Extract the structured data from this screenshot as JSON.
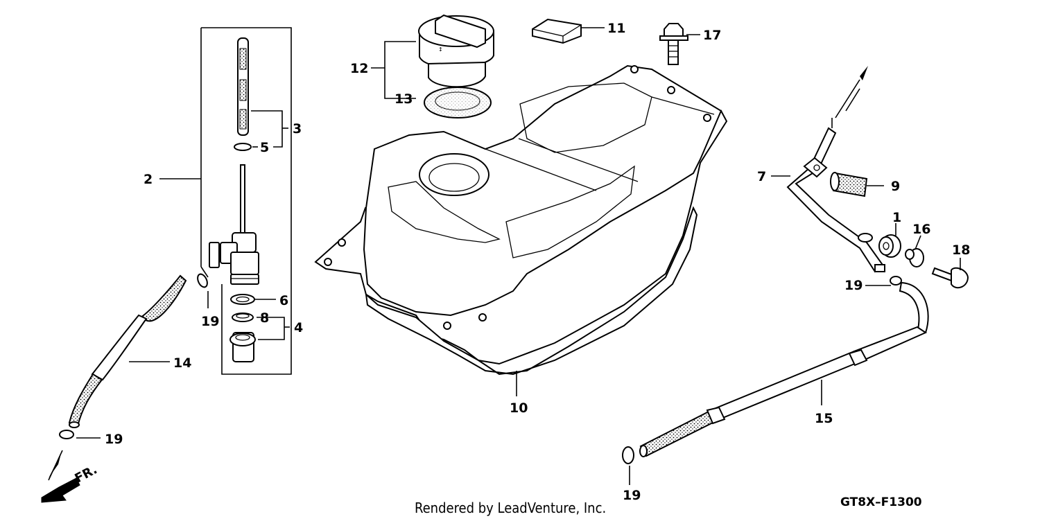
{
  "callouts": {
    "p1": "1",
    "p2": "2",
    "p3": "3",
    "p4": "4",
    "p5": "5",
    "p6": "6",
    "p7": "7",
    "p8": "8",
    "p9": "9",
    "p10": "10",
    "p11": "11",
    "p12": "12",
    "p13": "13",
    "p14": "14",
    "p15": "15",
    "p16": "16",
    "p17": "17",
    "p18": "18",
    "p19a": "19",
    "p19b": "19",
    "p19c": "19",
    "p19d": "19"
  },
  "direction_label": "FR.",
  "footer": {
    "credit": "Rendered by LeadVenture, Inc.",
    "diagram_code": "GT8X–F1300"
  }
}
